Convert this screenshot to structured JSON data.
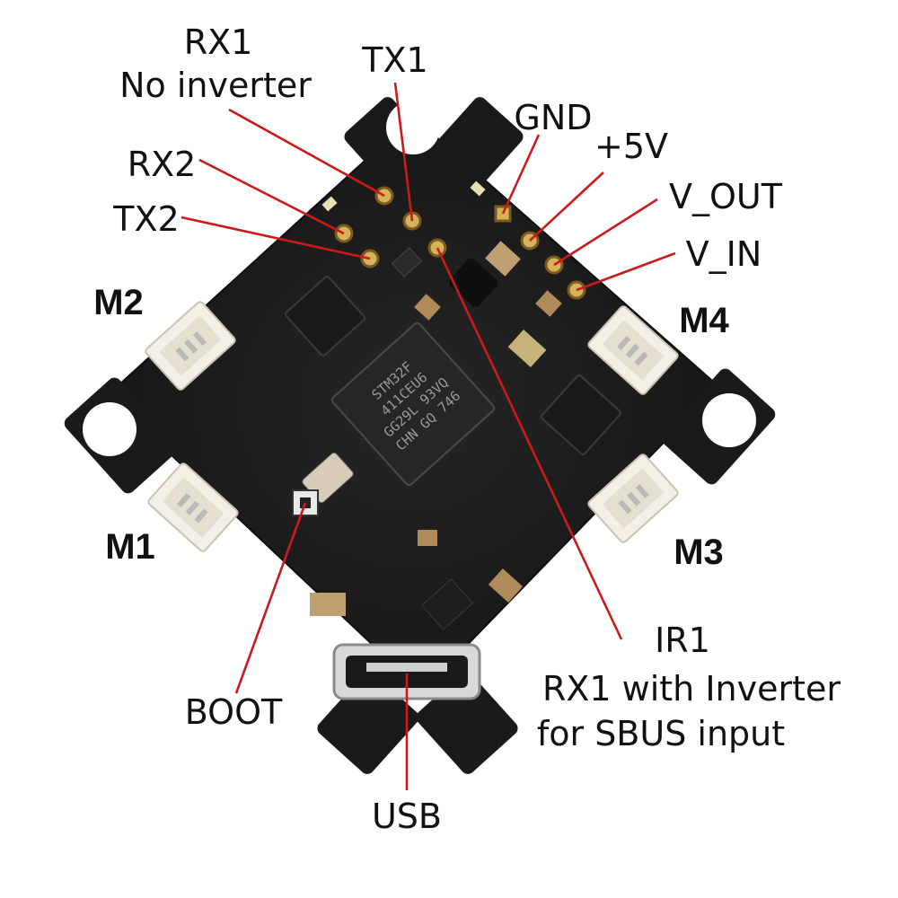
{
  "labels": {
    "rx1": "RX1",
    "rx1_sub": "No inverter",
    "tx1": "TX1",
    "rx2": "RX2",
    "tx2": "TX2",
    "gnd": "GND",
    "v5": "+5V",
    "vout": "V_OUT",
    "vin": "V_IN",
    "m1": "M1",
    "m2": "M2",
    "m3": "M3",
    "m4": "M4",
    "boot": "BOOT",
    "usb": "USB",
    "ir1": "IR1",
    "ir1_line2": "RX1  with Inverter",
    "ir1_line3": "for SBUS input"
  },
  "chip": {
    "line1": "STM32F",
    "line2": "411CEU6",
    "line3": "GG29L 93VQ",
    "line4": "CHN GQ 746"
  },
  "colors": {
    "board": "#1c1c1c",
    "connector": "#f2efe6",
    "leader": "#cc1a1a",
    "pad": "#c9a24a"
  }
}
